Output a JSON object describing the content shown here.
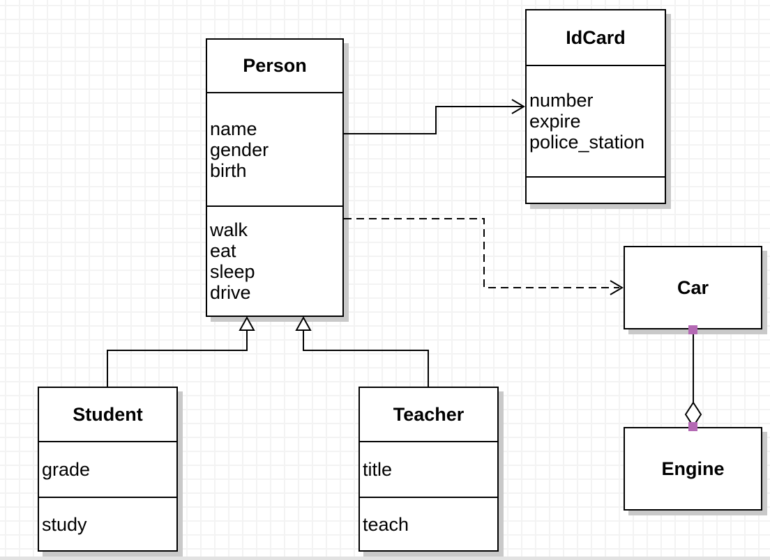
{
  "diagram": {
    "type": "uml-class-diagram",
    "classes": {
      "person": {
        "title": "Person",
        "attributes": [
          "name",
          "gender",
          "birth"
        ],
        "methods": [
          "walk",
          "eat",
          "sleep",
          "drive"
        ]
      },
      "idcard": {
        "title": "IdCard",
        "attributes": [
          "number",
          "expire",
          "police_station"
        ],
        "methods": []
      },
      "car": {
        "title": "Car",
        "attributes": [],
        "methods": []
      },
      "engine": {
        "title": "Engine",
        "attributes": [],
        "methods": []
      },
      "student": {
        "title": "Student",
        "attributes": [
          "grade"
        ],
        "methods": [
          "study"
        ]
      },
      "teacher": {
        "title": "Teacher",
        "attributes": [
          "title"
        ],
        "methods": [
          "teach"
        ]
      }
    },
    "relationships": [
      {
        "from": "Person",
        "to": "IdCard",
        "type": "directed-association",
        "line": "solid",
        "arrowhead": "open-arrow"
      },
      {
        "from": "Person",
        "to": "Car",
        "type": "dependency",
        "line": "dashed",
        "arrowhead": "open-arrow"
      },
      {
        "from": "Student",
        "to": "Person",
        "type": "generalization",
        "line": "solid",
        "arrowhead": "hollow-triangle"
      },
      {
        "from": "Teacher",
        "to": "Person",
        "type": "generalization",
        "line": "solid",
        "arrowhead": "hollow-triangle"
      },
      {
        "from": "Car",
        "to": "Engine",
        "type": "aggregation",
        "line": "solid",
        "arrowhead": "hollow-diamond",
        "diamond_at": "Engine",
        "endpoint_handles": true
      }
    ],
    "colors": {
      "stroke": "#000000",
      "background": "#ffffff",
      "grid_line": "#f3f3f3",
      "shadow": "#c9c9c9",
      "connection_handle": "#b469b4"
    }
  }
}
